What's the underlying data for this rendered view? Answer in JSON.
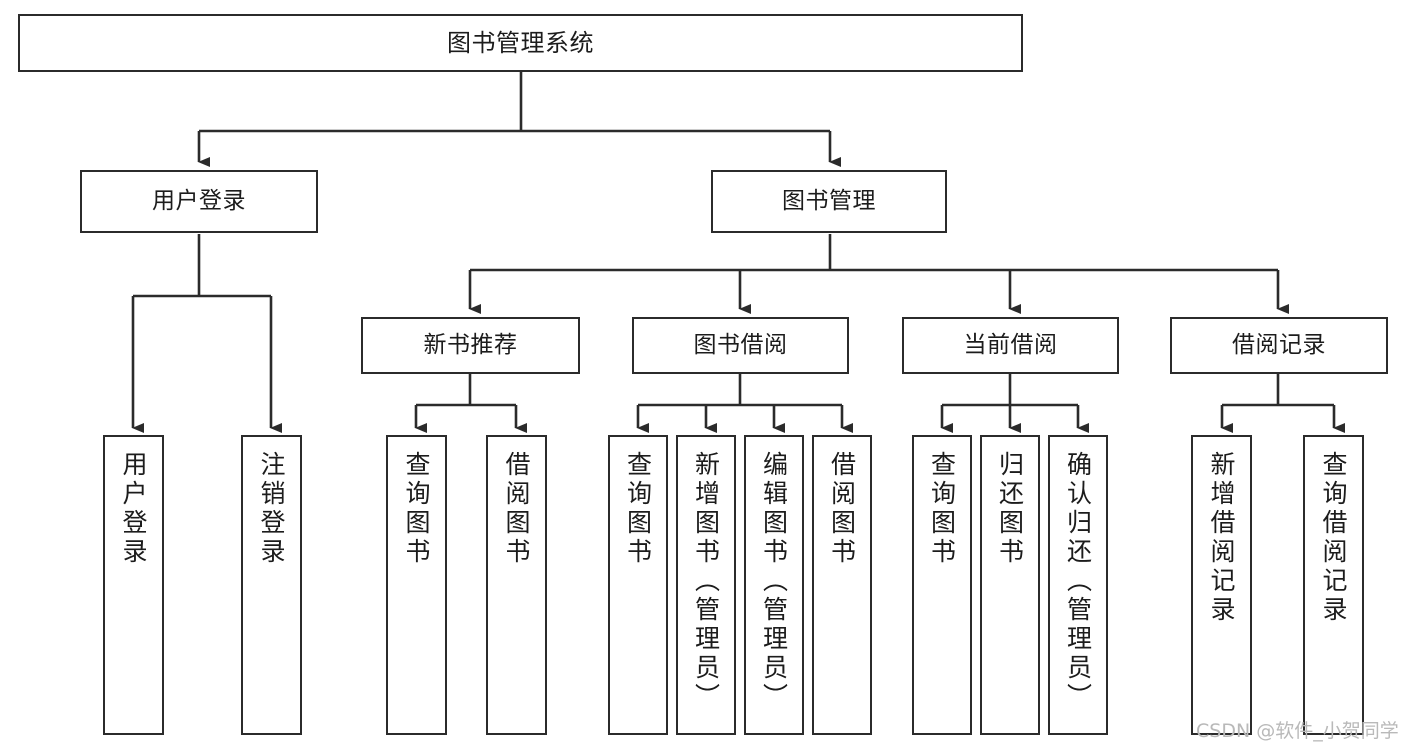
{
  "page": {
    "title": "图书管理系统 功能结构图",
    "background_color": "#ffffff",
    "line_color": "#2b2b2b",
    "text_color": "#1c1c1c"
  },
  "watermark": {
    "text": "CSDN @软件_小贺同学",
    "color": "#b9b9b9"
  },
  "chart_data": {
    "type": "diagram",
    "diagram_kind": "tree-hierarchy",
    "orientation": "top-down",
    "title": "图书管理系统",
    "levels": 4,
    "node_count": 18,
    "edge_style": "orthogonal-elbow-with-arrowhead",
    "nodes": [
      {
        "id": "root",
        "label": "图书管理系统",
        "level": 0,
        "parent": null
      },
      {
        "id": "login",
        "label": "用户登录",
        "level": 1,
        "parent": "root"
      },
      {
        "id": "bookmgmt",
        "label": "图书管理",
        "level": 1,
        "parent": "root"
      },
      {
        "id": "newbook",
        "label": "新书推荐",
        "level": 2,
        "parent": "bookmgmt"
      },
      {
        "id": "borrow",
        "label": "图书借阅",
        "level": 2,
        "parent": "bookmgmt"
      },
      {
        "id": "current",
        "label": "当前借阅",
        "level": 2,
        "parent": "bookmgmt"
      },
      {
        "id": "records",
        "label": "借阅记录",
        "level": 2,
        "parent": "bookmgmt"
      },
      {
        "id": "login-1",
        "label": "用户登录",
        "level": 2,
        "parent": "login"
      },
      {
        "id": "login-2",
        "label": "注销登录",
        "level": 2,
        "parent": "login"
      },
      {
        "id": "newbook-1",
        "label": "查询图书",
        "level": 3,
        "parent": "newbook"
      },
      {
        "id": "newbook-2",
        "label": "借阅图书",
        "level": 3,
        "parent": "newbook"
      },
      {
        "id": "borrow-1",
        "label": "查询图书",
        "level": 3,
        "parent": "borrow"
      },
      {
        "id": "borrow-2",
        "label": "新增图书（管理员）",
        "level": 3,
        "parent": "borrow"
      },
      {
        "id": "borrow-3",
        "label": "编辑图书（管理员）",
        "level": 3,
        "parent": "borrow"
      },
      {
        "id": "borrow-4",
        "label": "借阅图书",
        "level": 3,
        "parent": "borrow"
      },
      {
        "id": "current-1",
        "label": "查询图书",
        "level": 3,
        "parent": "current"
      },
      {
        "id": "current-2",
        "label": "归还图书",
        "level": 3,
        "parent": "current"
      },
      {
        "id": "current-3",
        "label": "确认归还（管理员）",
        "level": 3,
        "parent": "current"
      },
      {
        "id": "records-1",
        "label": "新增借阅记录",
        "level": 3,
        "parent": "records"
      },
      {
        "id": "records-2",
        "label": "查询借阅记录",
        "level": 3,
        "parent": "records"
      }
    ],
    "edges": [
      {
        "from": "root",
        "to": "login"
      },
      {
        "from": "root",
        "to": "bookmgmt"
      },
      {
        "from": "login",
        "to": "login-1"
      },
      {
        "from": "login",
        "to": "login-2"
      },
      {
        "from": "bookmgmt",
        "to": "newbook"
      },
      {
        "from": "bookmgmt",
        "to": "borrow"
      },
      {
        "from": "bookmgmt",
        "to": "current"
      },
      {
        "from": "bookmgmt",
        "to": "records"
      },
      {
        "from": "newbook",
        "to": "newbook-1"
      },
      {
        "from": "newbook",
        "to": "newbook-2"
      },
      {
        "from": "borrow",
        "to": "borrow-1"
      },
      {
        "from": "borrow",
        "to": "borrow-2"
      },
      {
        "from": "borrow",
        "to": "borrow-3"
      },
      {
        "from": "borrow",
        "to": "borrow-4"
      },
      {
        "from": "current",
        "to": "current-1"
      },
      {
        "from": "current",
        "to": "current-2"
      },
      {
        "from": "current",
        "to": "current-3"
      },
      {
        "from": "records",
        "to": "records-1"
      },
      {
        "from": "records",
        "to": "records-2"
      }
    ]
  },
  "nodes": {
    "root": {
      "label": "图书管理系统"
    },
    "login": {
      "label": "用户登录"
    },
    "bookmgmt": {
      "label": "图书管理"
    },
    "newbook": {
      "label": "新书推荐"
    },
    "borrow": {
      "label": "图书借阅"
    },
    "current": {
      "label": "当前借阅"
    },
    "records": {
      "label": "借阅记录"
    },
    "login_1": {
      "label": "用户登录"
    },
    "login_2": {
      "label": "注销登录"
    },
    "newbook_1": {
      "label": "查询图书"
    },
    "newbook_2": {
      "label": "借阅图书"
    },
    "borrow_1": {
      "label": "查询图书"
    },
    "borrow_2": {
      "label": "新增图书（管理员）"
    },
    "borrow_3": {
      "label": "编辑图书（管理员）"
    },
    "borrow_4": {
      "label": "借阅图书"
    },
    "current_1": {
      "label": "查询图书"
    },
    "current_2": {
      "label": "归还图书"
    },
    "current_3": {
      "label": "确认归还（管理员）"
    },
    "records_1": {
      "label": "新增借阅记录"
    },
    "records_2": {
      "label": "查询借阅记录"
    }
  }
}
